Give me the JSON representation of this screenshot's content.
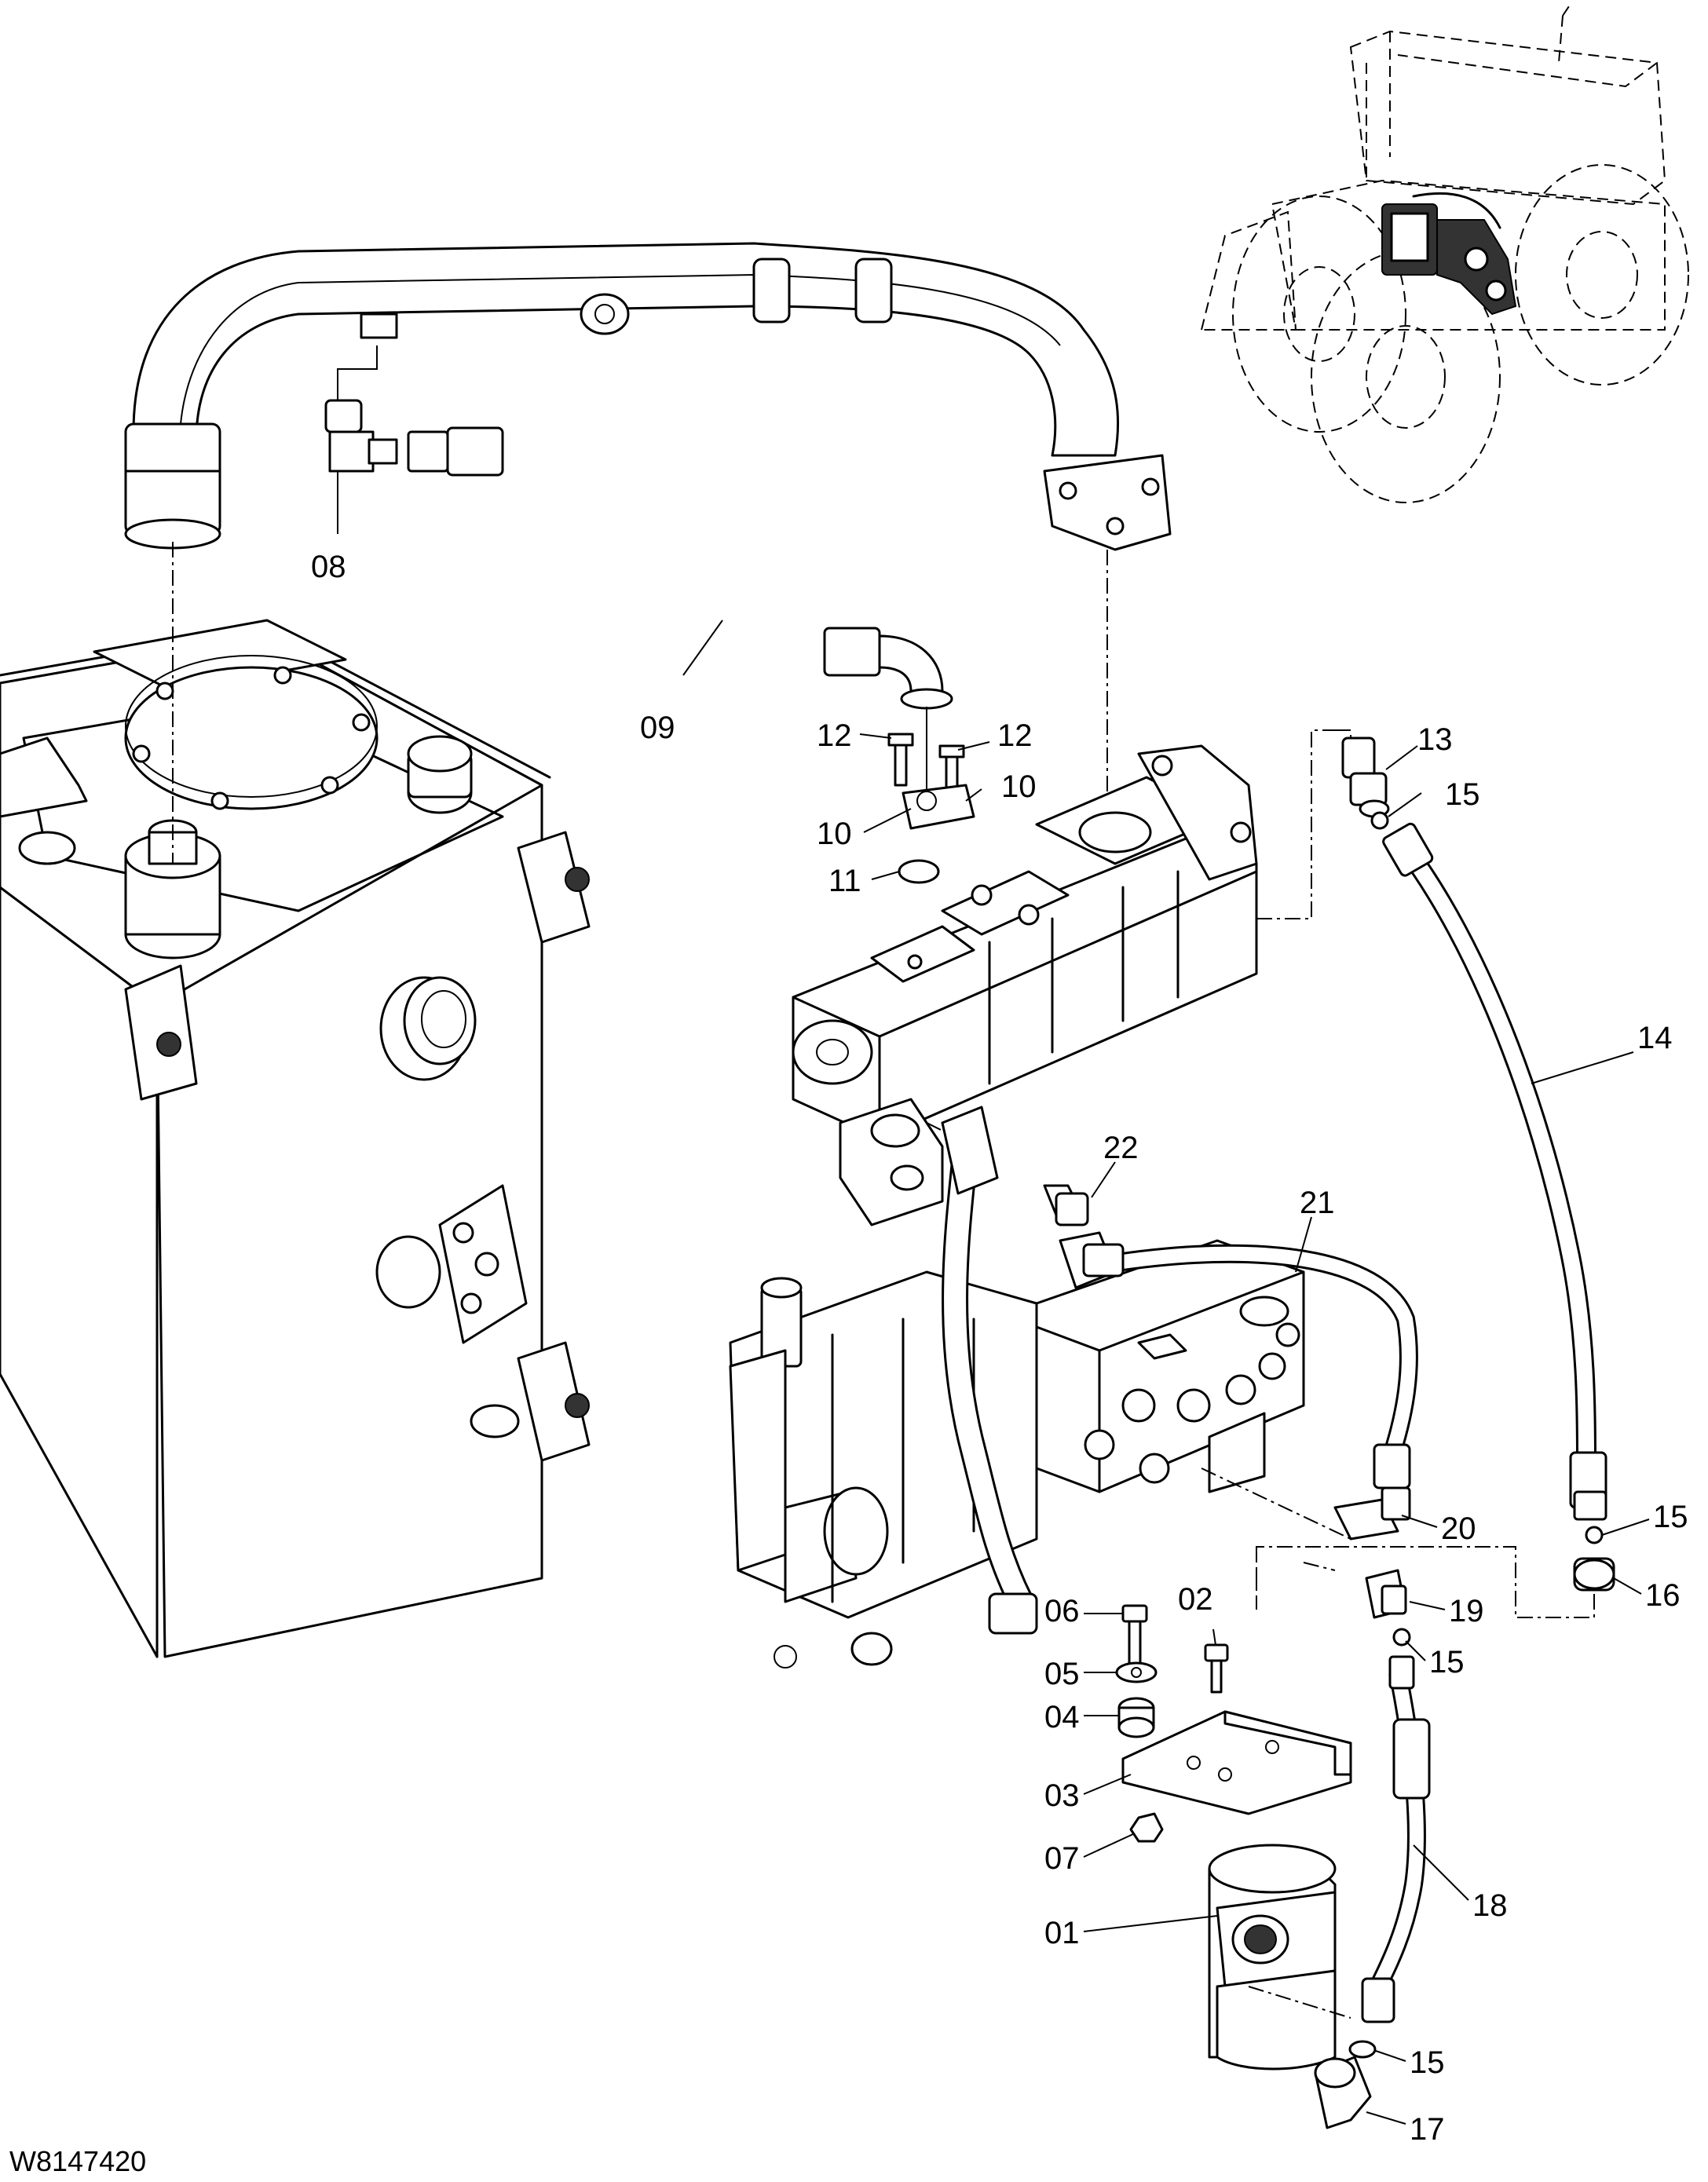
{
  "drawing_code": "W8147420",
  "callouts": [
    "08",
    "09",
    "12",
    "12",
    "10",
    "10",
    "11",
    "13",
    "15",
    "14",
    "22",
    "21",
    "20",
    "15",
    "16",
    "19",
    "15",
    "06",
    "02",
    "05",
    "04",
    "03",
    "07",
    "01",
    "18",
    "15",
    "17"
  ]
}
